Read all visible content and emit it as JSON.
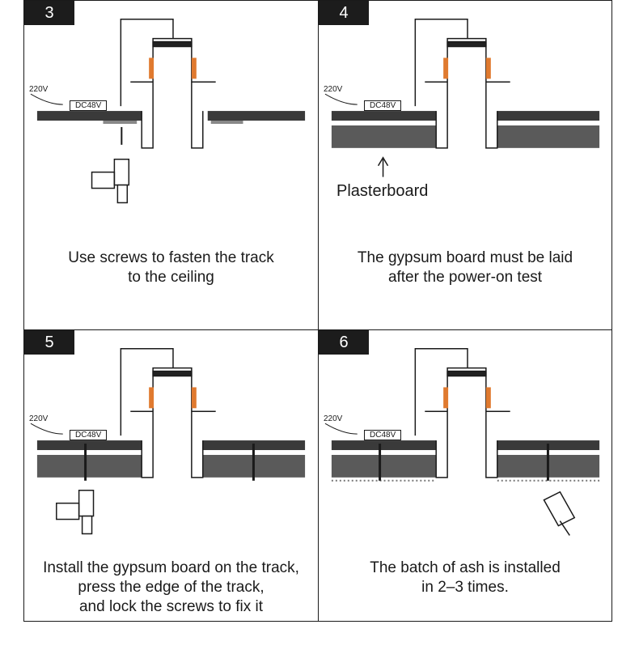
{
  "panels": [
    {
      "number": "3",
      "voltage_in": "220V",
      "voltage_out": "DC48V",
      "caption": "Use screws to fasten the track\nto the ceiling"
    },
    {
      "number": "4",
      "voltage_in": "220V",
      "voltage_out": "DC48V",
      "caption": "The gypsum board must be laid\nafter the power-on test",
      "material_label": "Plasterboard"
    },
    {
      "number": "5",
      "voltage_in": "220V",
      "voltage_out": "DC48V",
      "caption": "Install the gypsum board on the track,\npress the edge of the track,\nand lock the screws to fix it"
    },
    {
      "number": "6",
      "voltage_in": "220V",
      "voltage_out": "DC48V",
      "caption": "The batch of ash is installed\nin 2–3 times."
    }
  ],
  "colors": {
    "badge": "#1c1c1c",
    "ceiling": "#3a3a3a",
    "gypsum": "#5a5a5a",
    "led": "#e07a2f",
    "line": "#1a1a1a"
  }
}
